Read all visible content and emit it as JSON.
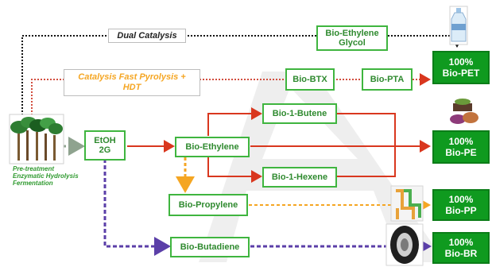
{
  "labels": {
    "dual_catalysis": "Dual Catalysis",
    "catalysis_fast_pyrolysis": "Catalysis Fast Pyrolysis +\nHDT",
    "pretreatment": [
      "Pre-treatment",
      "Enzymatic Hydrolysis",
      "Fermentation"
    ]
  },
  "boxes": {
    "bio_ethylene_glycol": "Bio-Ethylene\nGlycol",
    "bio_btx": "Bio-BTX",
    "bio_pta": "Bio-PTA",
    "etoh_2g": "EtOH\n2G",
    "bio_ethylene": "Bio-Ethylene",
    "bio_1_butene": "Bio-1-Butene",
    "bio_1_hexene": "Bio-1-Hexene",
    "bio_propylene": "Bio-Propylene",
    "bio_butadiene": "Bio-Butadiene"
  },
  "outputs": {
    "pet": "100%\nBio-PET",
    "pe": "100%\nBio-PE",
    "pp": "100%\nBio-PP",
    "br": "100%\nBio-BR"
  },
  "colors": {
    "green_border": "#3fb53f",
    "output_green": "#0f9a1f",
    "red_line": "#d9371e",
    "dotted_red": "#d24e3f",
    "dotted_black": "#111111",
    "purple_dash": "#5b3fa8",
    "orange": "#f5a623",
    "grey_dash": "#9a9a9a"
  }
}
